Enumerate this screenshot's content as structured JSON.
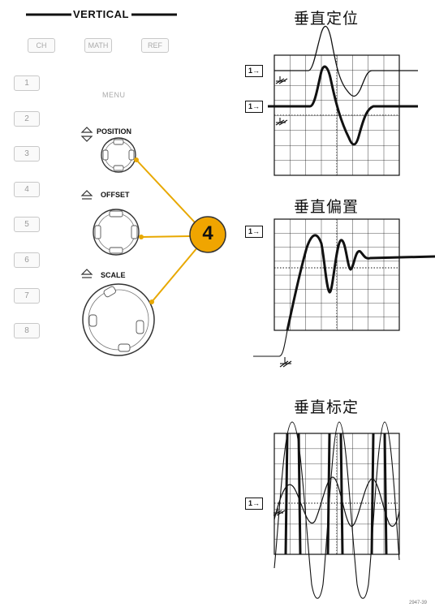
{
  "panel": {
    "title": "VERTICAL",
    "top_buttons": [
      "CH",
      "MATH",
      "REF"
    ],
    "menu_label": "MENU",
    "channel_buttons": [
      "1",
      "2",
      "3",
      "4",
      "5",
      "6",
      "7",
      "8"
    ],
    "knobs": {
      "position": "POSITION",
      "offset": "OFFSET",
      "scale": "SCALE"
    }
  },
  "callout": {
    "number": "4",
    "color": "#f0a500",
    "line_color": "#e8a800"
  },
  "sections": {
    "position_title": "垂直定位",
    "offset_title": "垂直偏置",
    "scale_title": "垂直标定"
  },
  "marker_label": "1→",
  "figure_id": "2947-39"
}
